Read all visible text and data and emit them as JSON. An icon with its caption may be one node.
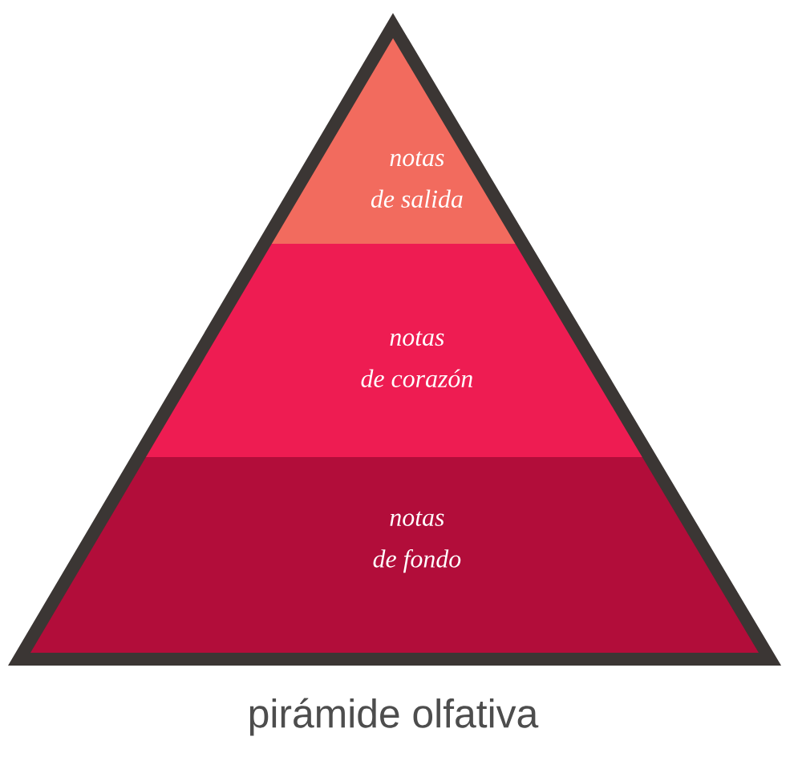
{
  "diagram": {
    "caption": "pirámide olfativa",
    "nodes": [
      {
        "text": [
          "notas de salida"
        ]
      },
      {
        "text": [
          "notas de corazón"
        ]
      },
      {
        "text": [
          "notas de fondo"
        ]
      }
    ]
  }
}
